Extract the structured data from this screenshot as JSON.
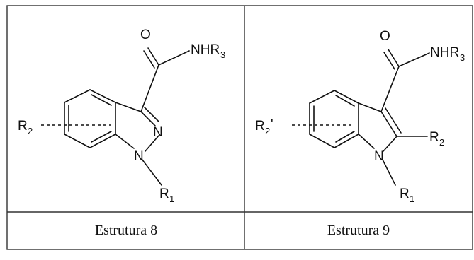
{
  "panels": [
    {
      "caption": "Estrutura 8",
      "labels": {
        "carbonyl_o": "O",
        "amide": "NHR",
        "amide_sub": "3",
        "ring_n2": "N",
        "ring_n1": "N",
        "r1": "R",
        "r1_sub": "1",
        "r2": "R",
        "r2_sub": "2"
      }
    },
    {
      "caption": "Estrutura 9",
      "labels": {
        "carbonyl_o": "O",
        "amide": "NHR",
        "amide_sub": "3",
        "ring_n1": "N",
        "r1": "R",
        "r1_sub": "1",
        "r2": "R",
        "r2_sub": "2",
        "r2p": "R",
        "r2p_sub": "2",
        "r2p_prime": "'"
      }
    }
  ]
}
